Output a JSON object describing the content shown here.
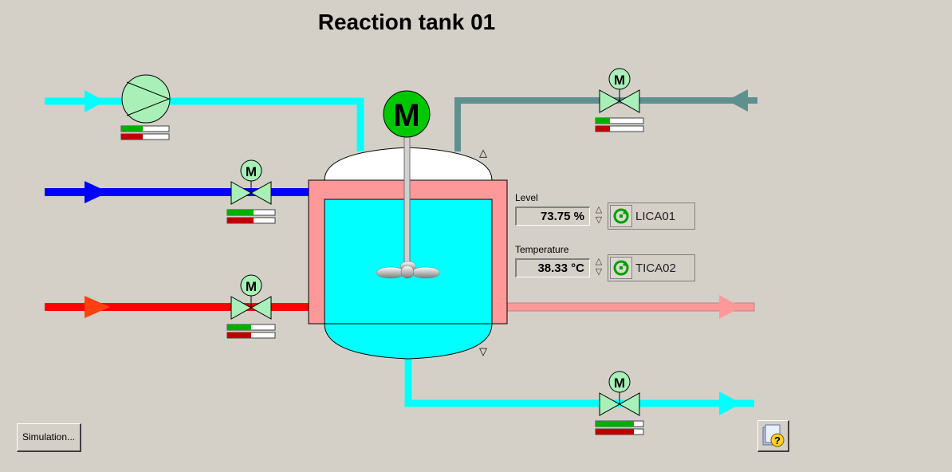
{
  "title": "Reaction tank 01",
  "level": {
    "label": "Level",
    "value": "73.75 %",
    "tag": "LICA01",
    "up": "△",
    "down": "▽"
  },
  "temperature": {
    "label": "Temperature",
    "value": "38.33 °C",
    "tag": "TICA02",
    "up": "△",
    "down": "▽"
  },
  "tank_limits": {
    "high": "△",
    "low": "▽"
  },
  "motor_letter": "M",
  "buttons": {
    "simulation": "Simulation..."
  },
  "icons": {
    "help": "help-question-icon",
    "tag": "refresh-icon",
    "motor": "motor-icon",
    "pump": "pump-icon",
    "valve": "motor-valve-icon"
  },
  "colors": {
    "background": "#d4d0c8",
    "cyan_line": "#00ffff",
    "blue_line": "#0000ff",
    "red_line": "#ff0000",
    "grey_line": "#5f8f8f",
    "jacket": "#ff9999",
    "valve_green": "#a8f0b8",
    "motor_green": "#00c800",
    "running_green": "#00b000",
    "fault_red": "#c00000"
  },
  "devices": [
    {
      "name": "pump-inlet",
      "run": 0.45,
      "fault": 0.45
    },
    {
      "name": "valve-blue",
      "run": 0.55,
      "fault": 0.55
    },
    {
      "name": "valve-red",
      "run": 0.5,
      "fault": 0.5
    },
    {
      "name": "valve-grey",
      "run": 0.3,
      "fault": 0.3
    },
    {
      "name": "valve-outlet",
      "run": 0.8,
      "fault": 0.8
    }
  ]
}
